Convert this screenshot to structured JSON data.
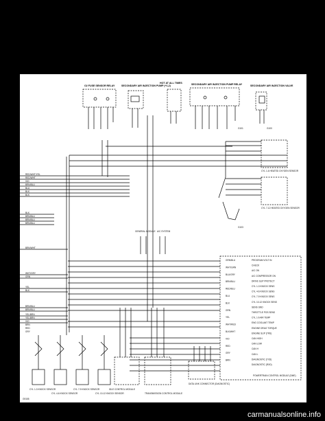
{
  "components": {
    "o2_relay": "O2 FUSE SENSOR RELAY",
    "sec_air_injection_pump": "SECONDARY AIR INJECTION PUMP (+1,2)",
    "hot_all_times": "HOT AT ALL TIMES",
    "sec_air_pump_relay": "SECONDARY AIR INJECTION PUMP RELAY",
    "sec_air_valve": "SECONDARY AIR INJECTION VALVE",
    "o2_sensor_1": "CYL 1-6 HEATED OXYGEN SENSOR",
    "o2_sensor_2": "CYL 7-12 HEATED OXYGEN SENSOR",
    "general_module": "GENERAL MODULE",
    "ac_system": "A/C SYSTEM",
    "pcm": "POWERTRAIN CONTROL MODULE (DME)",
    "dlc": "DATA LINK CONNECTOR (DIAGNOSTIC)",
    "idle_module": "IDLE CONTROL MODULE",
    "tcm": "TRANSMISSION CONTROL MODULE",
    "knock_sensors": [
      "CYL 1-3 KNOCK SENSOR",
      "CYL 4-6 KNOCK SENSOR",
      "CYL 7-9 KNOCK SENSOR",
      "CYL 10-12 KNOCK SENSOR"
    ]
  },
  "pcm_pins": [
    "PROGRAM VOLT IN",
    "CHECK",
    "A/C ON",
    "A/C COMPRESSOR ON",
    "DRIVE SLIP PROTECT",
    "CYL 1-3 KNOCK SENS",
    "CYL 4-6 KNOCK SENS",
    "CYL 7-9 KNOCK SENS",
    "CYL 10-12 KNOCK SENS",
    "SENS GND",
    "THROTTLE POS SENS",
    "CYL 1-6 AIR TEMP",
    "ENG COOLANT TEMP",
    "ENGINE DRAG TORQUE",
    "ENGINE SLIP (TRS)",
    "CAN HIGH",
    "CAN LOW",
    "CAN H",
    "CAN L",
    "DIAGNOSTIC (TXD)",
    "DIAGNOSTIC (RXD)"
  ],
  "wire_colors": [
    "GRN/BLU",
    "WHT/GRN",
    "BLU/GRY",
    "BRN/BLU",
    "RED/BLU",
    "BLU",
    "BLK",
    "GRN",
    "YEL",
    "WHT/RED",
    "BLK/WHT",
    "VIO",
    "RED",
    "GRY",
    "BRN"
  ],
  "left_harness": [
    "RED/WHT/YEL",
    "RED/WHT",
    "VIO",
    "BRN/BLU",
    "BLU",
    "BLK",
    "BLK",
    "BLK",
    "BRN/BLU",
    "BRN/BLU",
    "BRN/BLU",
    "BRN/WHT",
    "WHT/GRY",
    "GRN",
    "YEL",
    "BLK",
    "BRN/BLU",
    "BRN/BLU",
    "YEL/BRN",
    "YEL/BRN",
    "VIO",
    "BRN",
    "RED",
    "GRY"
  ],
  "ground_labels": [
    "G101",
    "G100",
    "G103"
  ],
  "fig_number": "G9155",
  "watermark": "carmanualsonline.info"
}
